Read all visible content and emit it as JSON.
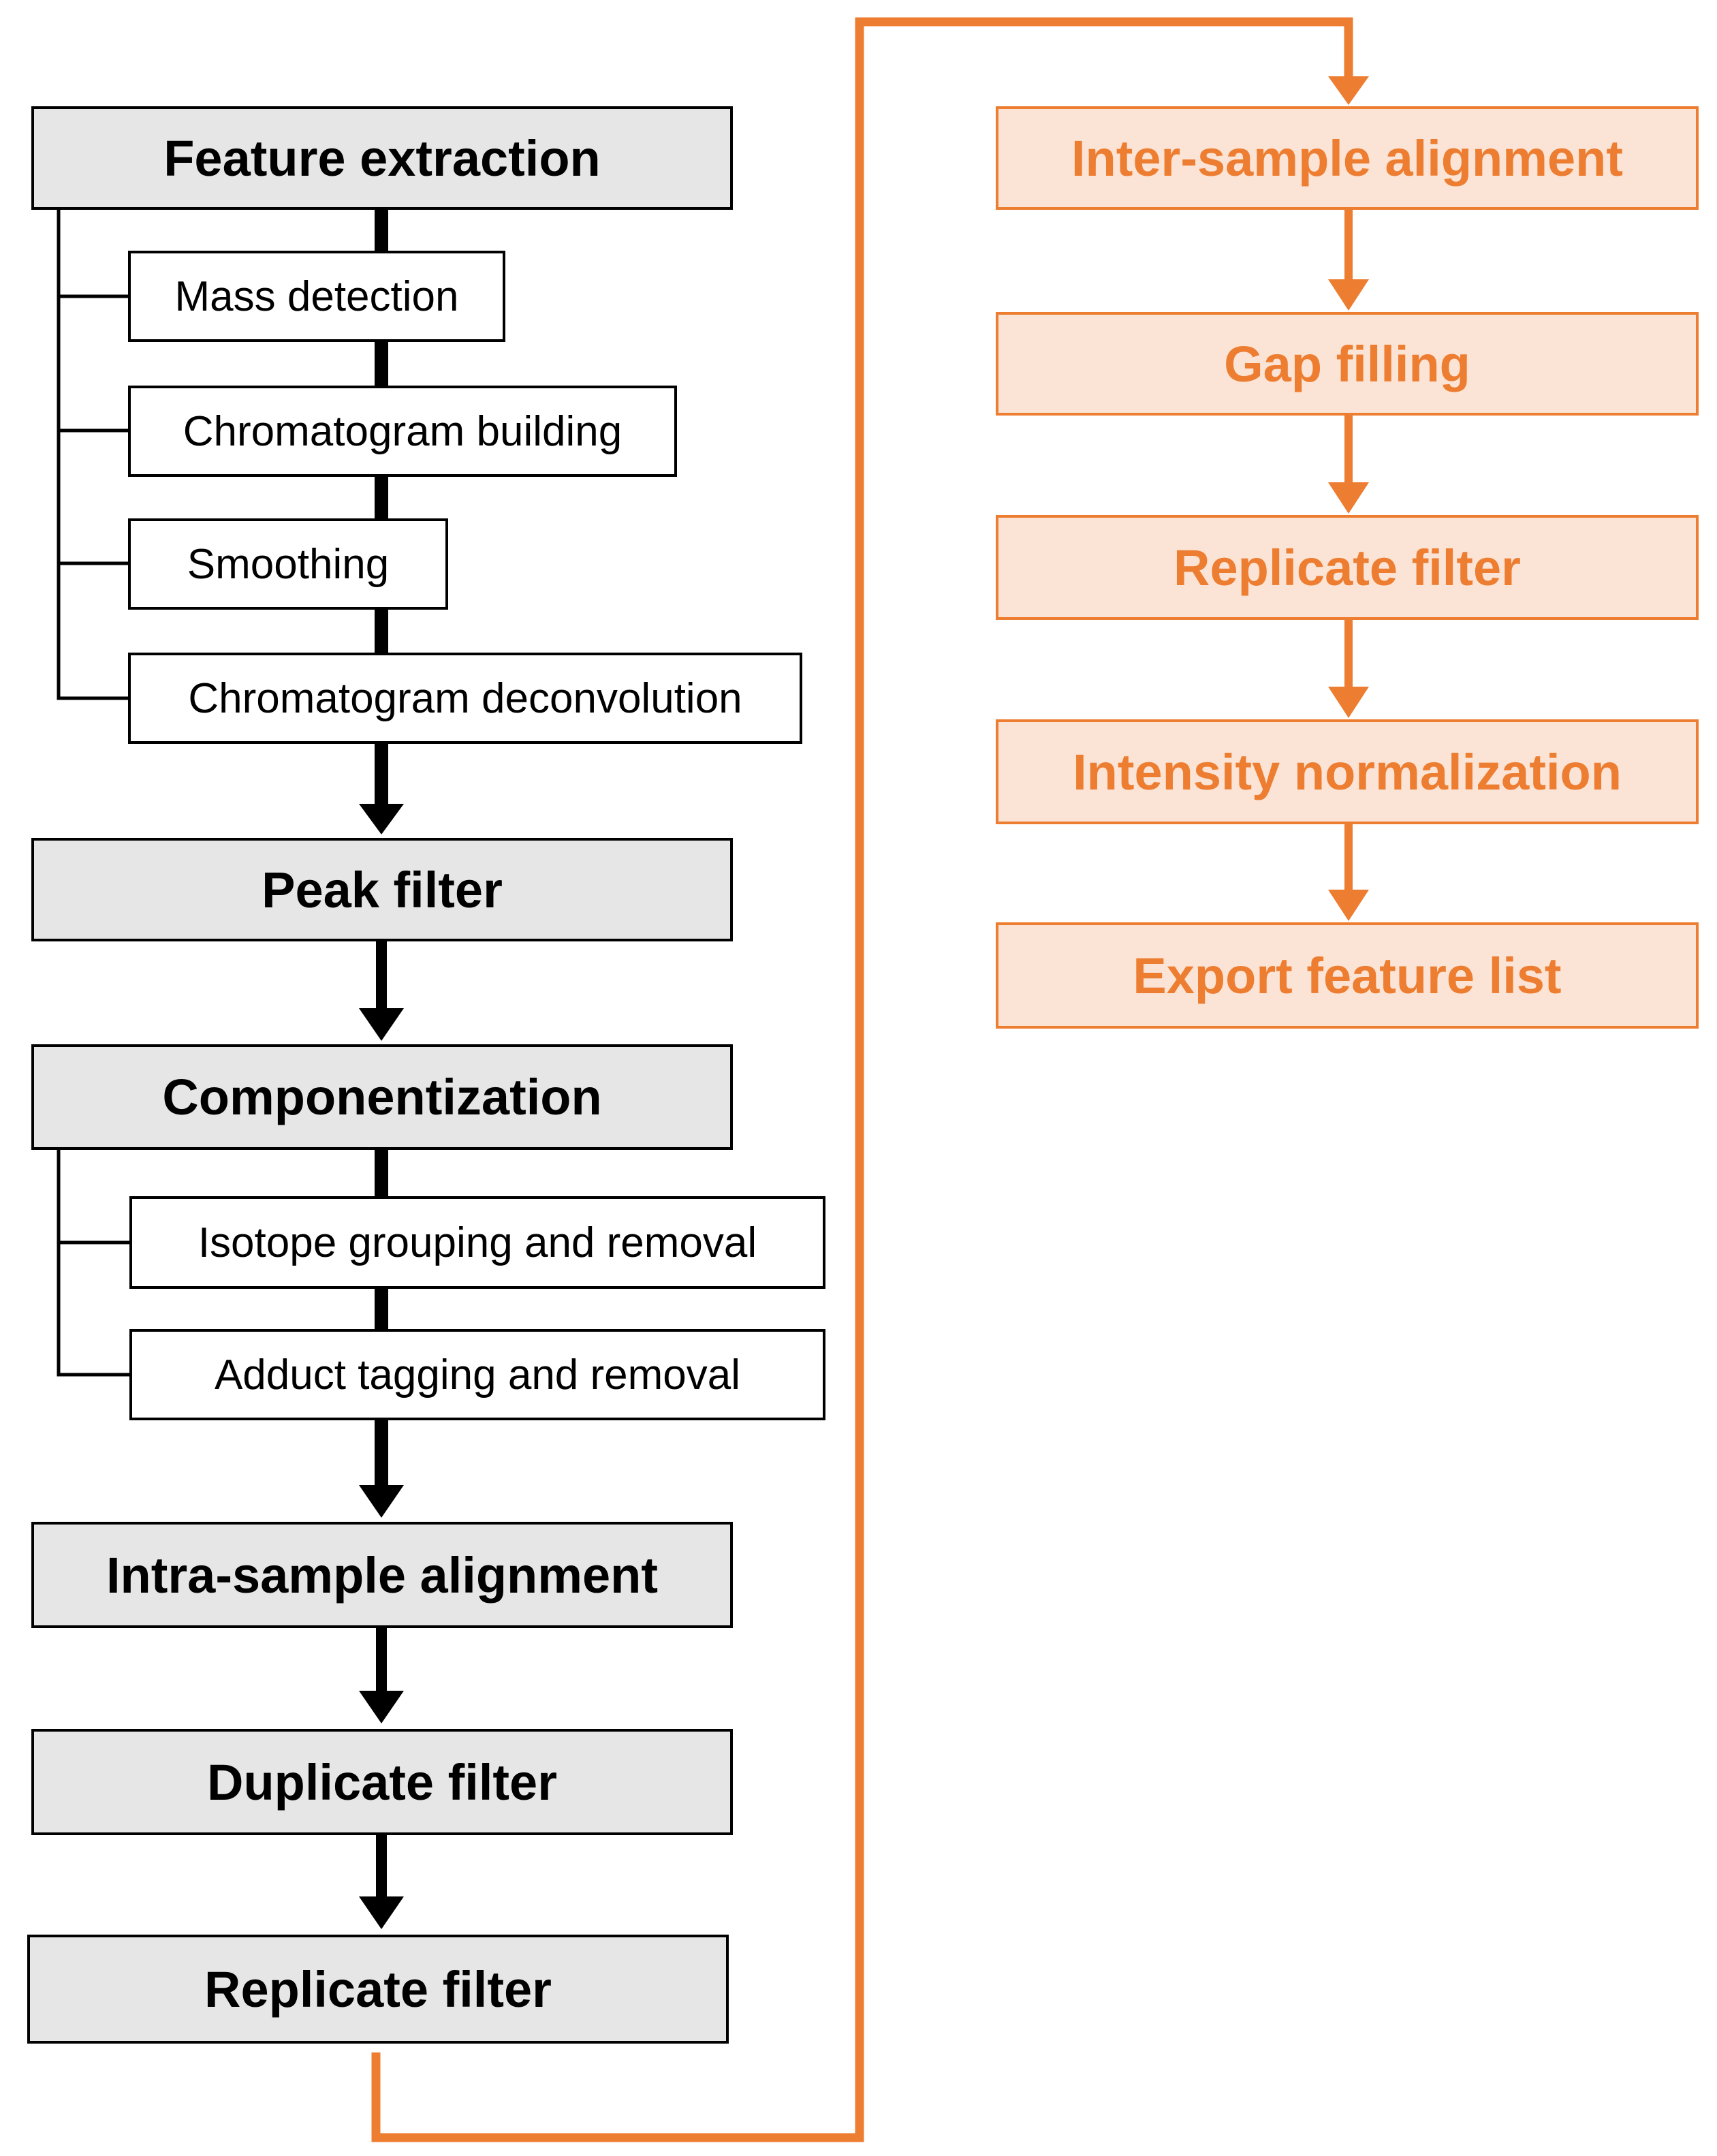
{
  "colors": {
    "black": "#000000",
    "orange": "#ed7d31",
    "main_fill": "#e6e6e6",
    "orange_fill": "#fbe4d5"
  },
  "left_column": {
    "feature_extraction": {
      "label": "Feature extraction",
      "substeps": [
        "Mass detection",
        "Chromatogram building",
        "Smoothing",
        "Chromatogram deconvolution"
      ]
    },
    "peak_filter": {
      "label": "Peak filter"
    },
    "componentization": {
      "label": "Componentization",
      "substeps": [
        "Isotope grouping and removal",
        "Adduct tagging and removal"
      ]
    },
    "intra_sample_alignment": {
      "label": "Intra-sample alignment"
    },
    "duplicate_filter": {
      "label": "Duplicate filter"
    },
    "replicate_filter": {
      "label": "Replicate filter"
    }
  },
  "right_column": {
    "steps": [
      "Inter-sample alignment",
      "Gap filling",
      "Replicate filter",
      "Intensity normalization",
      "Export feature list"
    ]
  }
}
